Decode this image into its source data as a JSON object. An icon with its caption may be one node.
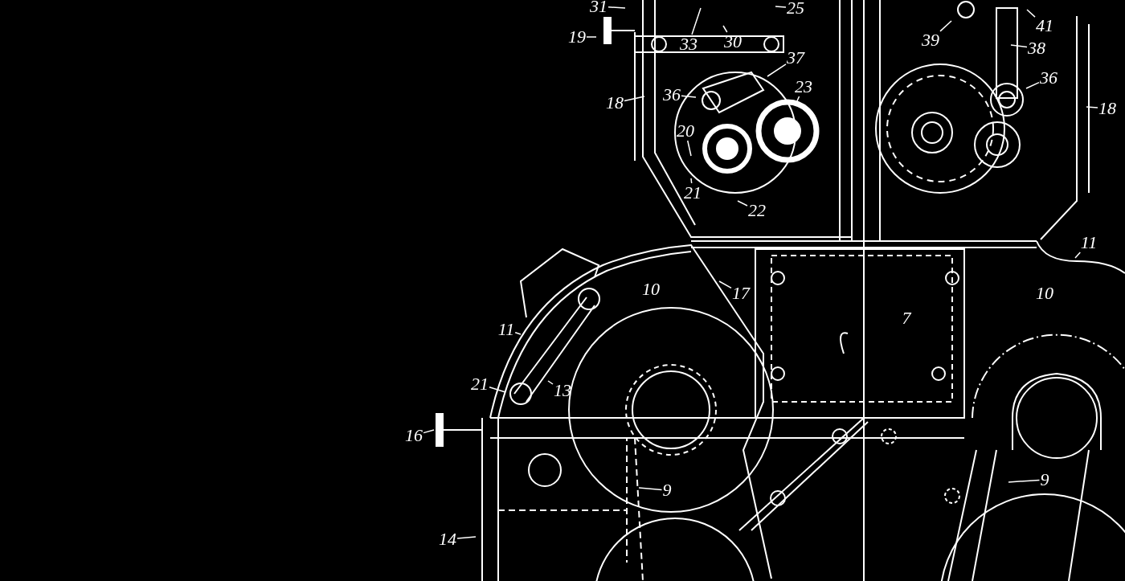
{
  "diagram": {
    "nodes": [
      {
        "text": [
          "31"
        ]
      },
      {
        "text": [
          "25"
        ]
      },
      {
        "text": [
          "19"
        ]
      },
      {
        "text": [
          "33"
        ]
      },
      {
        "text": [
          "30"
        ]
      },
      {
        "text": [
          "37"
        ]
      },
      {
        "text": [
          "36"
        ]
      },
      {
        "text": [
          "23"
        ]
      },
      {
        "text": [
          "18"
        ]
      },
      {
        "text": [
          "20"
        ]
      },
      {
        "text": [
          "21"
        ]
      },
      {
        "text": [
          "22"
        ]
      },
      {
        "text": [
          "39"
        ]
      },
      {
        "text": [
          "41"
        ]
      },
      {
        "text": [
          "38"
        ]
      },
      {
        "text": [
          "36"
        ]
      },
      {
        "text": [
          "18"
        ]
      },
      {
        "text": [
          "11"
        ]
      },
      {
        "text": [
          "17"
        ]
      },
      {
        "text": [
          "11"
        ]
      },
      {
        "text": [
          "21"
        ]
      },
      {
        "text": [
          "13"
        ]
      },
      {
        "text": [
          "16"
        ]
      },
      {
        "text": [
          "9"
        ]
      },
      {
        "text": [
          "9"
        ]
      },
      {
        "text": [
          "14"
        ]
      }
    ],
    "edges": [
      {
        "from": 0,
        "to": null,
        "arrow": "none"
      },
      {
        "from": 1,
        "to": null,
        "arrow": "none"
      },
      {
        "from": 2,
        "to": null,
        "arrow": "none"
      },
      {
        "from": 3,
        "to": null,
        "arrow": "none"
      },
      {
        "from": 4,
        "to": null,
        "arrow": "none"
      },
      {
        "from": 5,
        "to": null,
        "arrow": "none"
      },
      {
        "from": 6,
        "to": null,
        "arrow": "none"
      },
      {
        "from": 7,
        "to": null,
        "arrow": "none"
      },
      {
        "from": 8,
        "to": null,
        "arrow": "none"
      },
      {
        "from": 9,
        "to": null,
        "arrow": "none"
      },
      {
        "from": 10,
        "to": null,
        "arrow": "none"
      },
      {
        "from": 11,
        "to": null,
        "arrow": "none"
      },
      {
        "from": 12,
        "to": null,
        "arrow": "none"
      },
      {
        "from": 13,
        "to": null,
        "arrow": "none"
      },
      {
        "from": 14,
        "to": null,
        "arrow": "none"
      },
      {
        "from": 15,
        "to": null,
        "arrow": "none"
      },
      {
        "from": 16,
        "to": null,
        "arrow": "none"
      },
      {
        "from": 17,
        "to": null,
        "arrow": "none"
      },
      {
        "from": 18,
        "to": null,
        "arrow": "none"
      },
      {
        "from": 19,
        "to": null,
        "arrow": "none"
      },
      {
        "from": 20,
        "to": null,
        "arrow": "none"
      },
      {
        "from": 21,
        "to": null,
        "arrow": "none"
      },
      {
        "from": 22,
        "to": null,
        "arrow": "none"
      },
      {
        "from": 23,
        "to": null,
        "arrow": "none"
      },
      {
        "from": 24,
        "to": null,
        "arrow": "none"
      },
      {
        "from": 25,
        "to": null,
        "arrow": "none"
      }
    ],
    "labels": [
      "10",
      "7",
      "10"
    ]
  }
}
